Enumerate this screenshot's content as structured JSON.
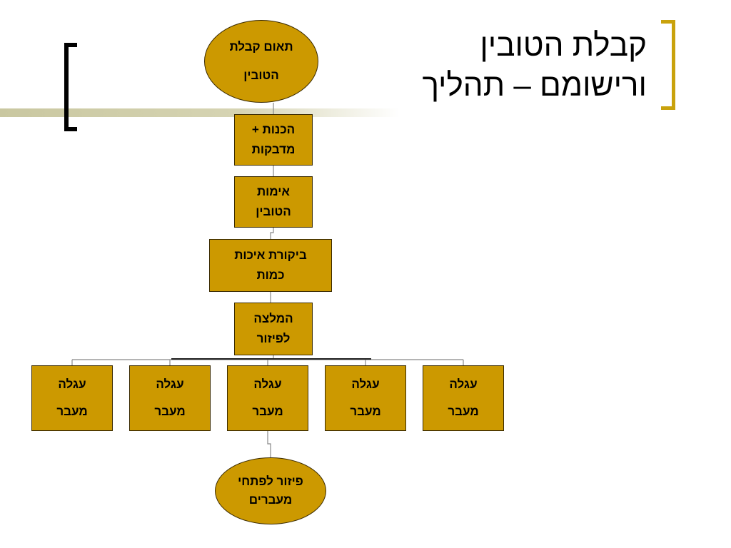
{
  "slide": {
    "title_line1": "קבלת הטובין",
    "title_line2": "ורישומם – תהליך"
  },
  "colors": {
    "node_fill": "#cc9900",
    "node_border": "#3a2a00",
    "accent_bracket": "#c9a20c",
    "deco_line": "#d6d4b3"
  },
  "flow": {
    "start": {
      "line1": "תאום קבלת",
      "line2": "הטובין"
    },
    "steps": [
      {
        "line1": "הכנות +",
        "line2": "מדבקות"
      },
      {
        "line1": "אימות",
        "line2": "הטובין"
      },
      {
        "line1": "ביקורת איכות",
        "line2": "כמות"
      },
      {
        "line1": "המלצה",
        "line2": "לפיזור"
      }
    ],
    "carts": [
      {
        "line1": "עגלה",
        "line2": "מעבר"
      },
      {
        "line1": "עגלה",
        "line2": "מעבר"
      },
      {
        "line1": "עגלה",
        "line2": "מעבר"
      },
      {
        "line1": "עגלה",
        "line2": "מעבר"
      },
      {
        "line1": "עגלה",
        "line2": "מעבר"
      }
    ],
    "end": {
      "line1": "פיזור לפתחי",
      "line2": "מעברים"
    }
  }
}
